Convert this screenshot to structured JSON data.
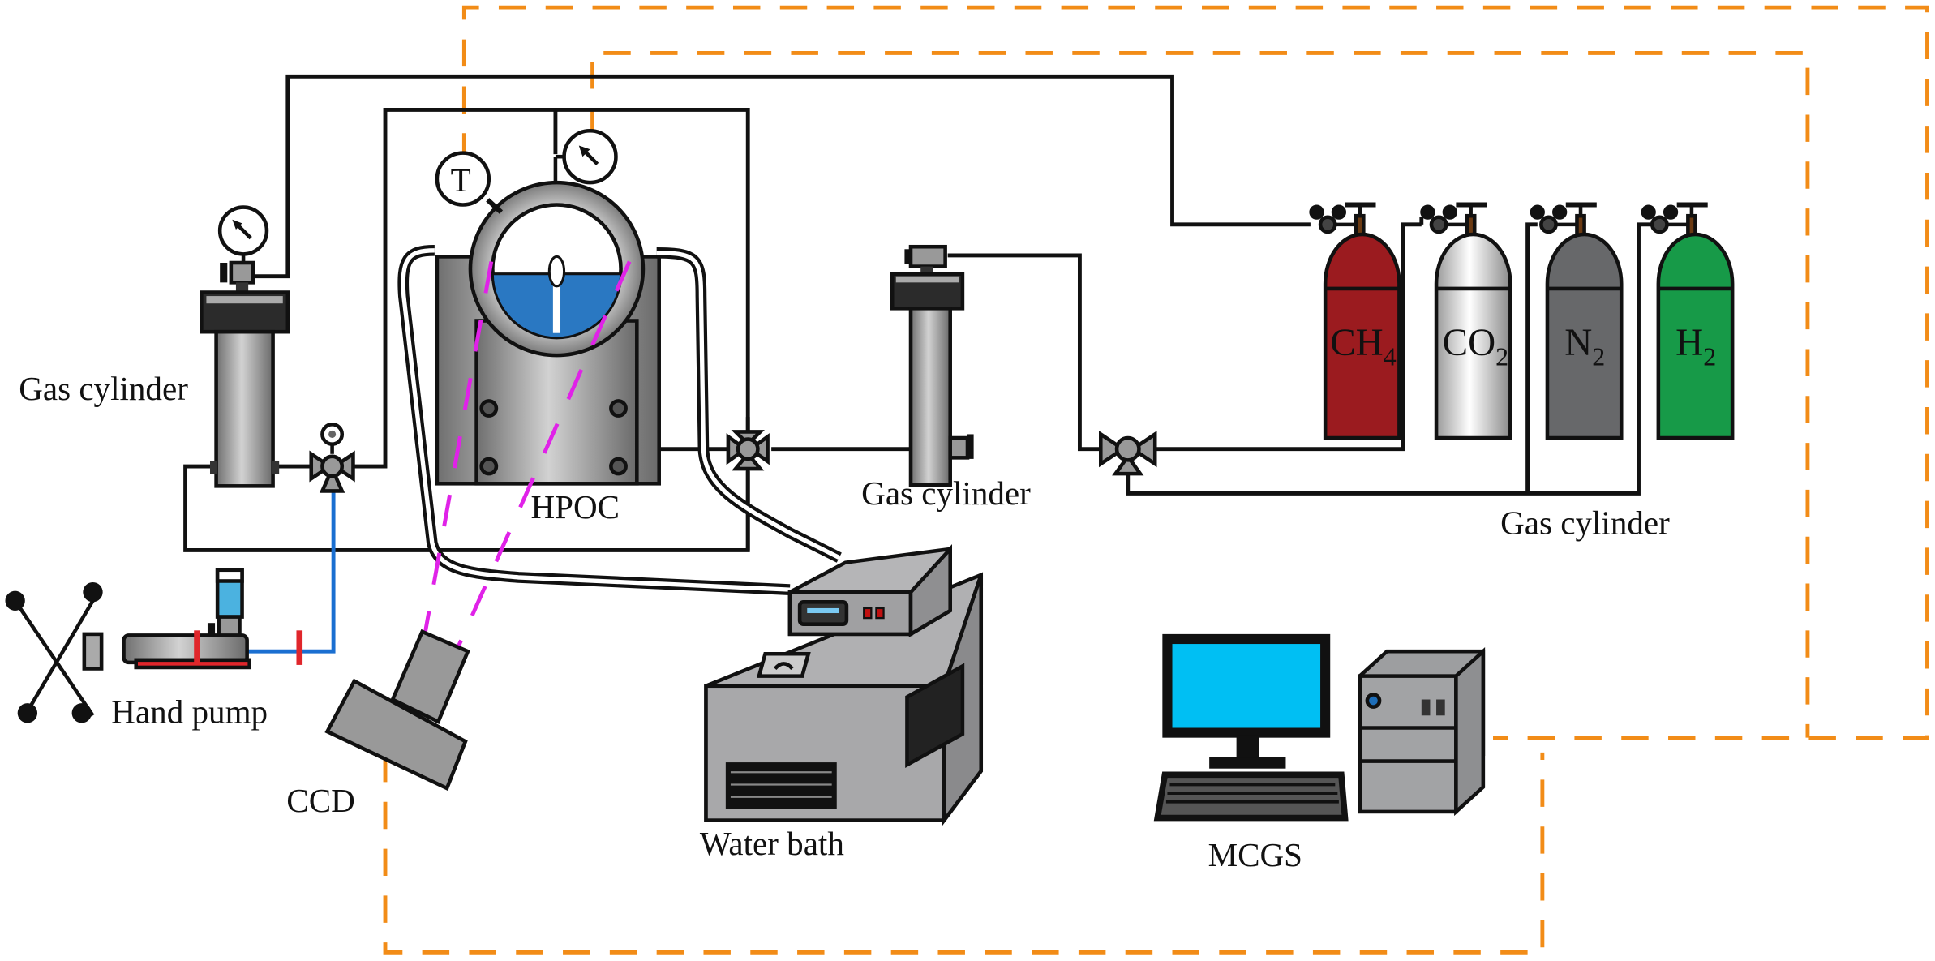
{
  "figure": {
    "type": "experimental apparatus schematic",
    "labels": {
      "gas_cylinder_left": "Gas cylinder",
      "gas_cylinder_middle": "Gas cylinder",
      "gas_cylinder_right": "Gas cylinder",
      "hpoc": "HPOC",
      "hand_pump": "Hand pump",
      "ccd": "CCD",
      "water_bath": "Water bath",
      "mcgs": "MCGS",
      "temperature_sensor": "T"
    },
    "gas_bottles": [
      {
        "formula": "CH",
        "subscript": "4",
        "color": "#9b1b1f"
      },
      {
        "formula": "CO",
        "subscript": "2",
        "color": "#e6e6e6"
      },
      {
        "formula": "N",
        "subscript": "2",
        "color": "#67686a"
      },
      {
        "formula": "H",
        "subscript": "2",
        "color": "#179a48"
      }
    ],
    "colors": {
      "signal_line": "#f28c17",
      "laser_path": "#e022e8",
      "hydraulic_line": "#1a6fd1",
      "water": "#2a78c2",
      "monitor_screen": "#00bff3"
    }
  }
}
